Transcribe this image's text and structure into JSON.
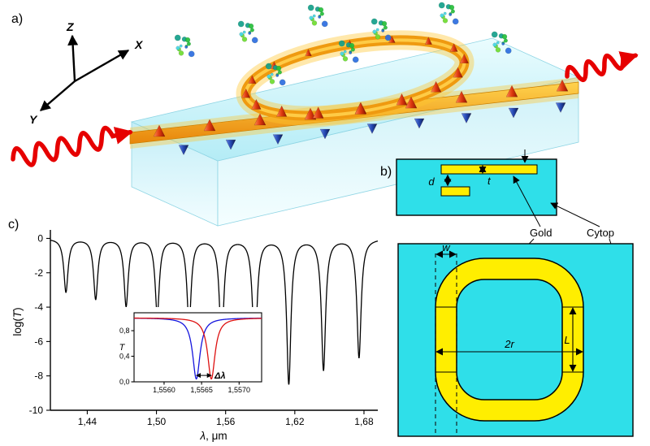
{
  "colors": {
    "cytop_cyan": "#2fdfe9",
    "slab_cyan": "#cdf1f8",
    "gold_yellow": "#ffee00",
    "waveguide_orange": "#f09a10",
    "light_red": "#e60000",
    "cone_red": "#d03014",
    "cone_blue": "#1b3fa0",
    "curve_black": "#000000",
    "inset_blue": "#1515dd",
    "inset_red": "#dd1111"
  },
  "panel_a": {
    "label": "a)",
    "axis_x": "X",
    "axis_y": "Y",
    "axis_z": "Z"
  },
  "panel_b": {
    "label": "b)",
    "dim_d": "d",
    "dim_t": "t",
    "label_gold": "Gold",
    "label_cytop": "Cytop",
    "dim_w": "w",
    "dim_2r": "2r",
    "dim_L": "L"
  },
  "panel_c": {
    "label": "c)"
  },
  "chart_data": {
    "type": "line",
    "title": "",
    "xlabel_symbol": "λ",
    "xlabel_unit": ", μm",
    "ylabel_prefix": "log(",
    "ylabel_T": "T",
    "ylabel_suffix": ")",
    "xlim": [
      1.408,
      1.692
    ],
    "ylim": [
      -10,
      0
    ],
    "xticks": [
      1.44,
      1.5,
      1.56,
      1.62,
      1.68
    ],
    "xtick_labels": [
      "1,44",
      "1,50",
      "1,56",
      "1,62",
      "1,68"
    ],
    "yticks": [
      0,
      -2,
      -4,
      -6,
      -8,
      -10
    ],
    "ytick_labels": [
      "0",
      "-2",
      "-4",
      "-6",
      "-8",
      "-10"
    ],
    "grid": false,
    "legend": false,
    "gamma": 0.0022,
    "resonances": [
      [
        1.4215,
        -3.1
      ],
      [
        1.4473,
        -3.5
      ],
      [
        1.4737,
        -3.9
      ],
      [
        1.5007,
        -4.4
      ],
      [
        1.5283,
        -5.0
      ],
      [
        1.5565,
        -6.3
      ],
      [
        1.5853,
        -7.1
      ],
      [
        1.6148,
        -8.4
      ],
      [
        1.6449,
        -7.6
      ],
      [
        1.6757,
        -6.9
      ]
    ],
    "inset": {
      "type": "line",
      "ylabel": "T",
      "xlim": [
        1.5556,
        1.5573
      ],
      "ylim": [
        0,
        1
      ],
      "xticks": [
        1.556,
        1.5565,
        1.557
      ],
      "xtick_labels": [
        "1,5560",
        "1,5565",
        "1,5570"
      ],
      "yticks": [
        0,
        0.4,
        0.8
      ],
      "ytick_labels": [
        "0,0",
        "0,4",
        "0,8"
      ],
      "delta_label": "Δλ",
      "series": [
        {
          "name": "resonance-before-shift",
          "color": "#1515dd",
          "center": 1.55643,
          "min_T": 0.045,
          "gamma": 6e-05
        },
        {
          "name": "resonance-after-shift",
          "color": "#dd1111",
          "center": 1.55663,
          "min_T": 0.045,
          "gamma": 6e-05
        }
      ]
    }
  }
}
